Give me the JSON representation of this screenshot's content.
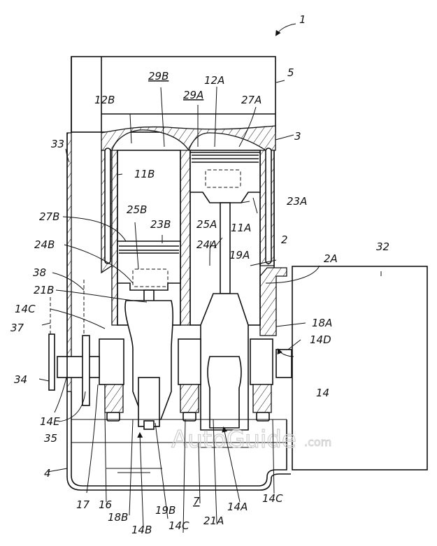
{
  "figure": {
    "description": "Patent drawing: engine cross-section with cylinder block, pistons, connecting rods, crankshaft, oil pan and attached unit",
    "watermark": {
      "main": "AutoGuide",
      "suffix": ".com"
    }
  },
  "labels": {
    "l1": "1",
    "l2": "2",
    "l2A": "2A",
    "l3": "3",
    "l4": "4",
    "l5": "5",
    "l7": "7",
    "l11A": "11A",
    "l11B": "11B",
    "l12A": "12A",
    "l12B": "12B",
    "l14": "14",
    "l14A": "14A",
    "l14B": "14B",
    "l14C_left": "14C",
    "l14C_bottom": "14C",
    "l14C_right": "14C",
    "l14D": "14D",
    "l14E": "14E",
    "l16": "16",
    "l17": "17",
    "l18A": "18A",
    "l18B": "18B",
    "l19A": "19A",
    "l19B": "19B",
    "l21A": "21A",
    "l21B": "21B",
    "l23A": "23A",
    "l23B": "23B",
    "l24A": "24A",
    "l24B": "24B",
    "l25A": "25A",
    "l25B": "25B",
    "l27A": "27A",
    "l27B": "27B",
    "l29A": "29A",
    "l29B": "29B",
    "l32": "32",
    "l33": "33",
    "l34": "34",
    "l35": "35",
    "l37": "37",
    "l38": "38"
  }
}
